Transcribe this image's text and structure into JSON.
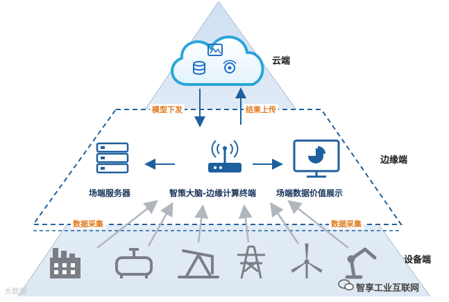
{
  "tiers": {
    "cloud": "云端",
    "edge": "边缘端",
    "device": "设备端"
  },
  "flows": {
    "down": "模型下发",
    "up": "结果上传",
    "collect_left": "数据采集",
    "collect_right": "数据采集"
  },
  "nodes": {
    "server": "场端服务器",
    "terminal": "智策大脑-边缘计算终端",
    "display": "场端数据价值展示"
  },
  "watermarks": {
    "left": "大数据",
    "right": "智享工业互联网"
  },
  "devices": [
    "factory-icon",
    "tank-icon",
    "pumpjack-icon",
    "power-tower-icon",
    "wind-turbine-icon",
    "robot-arm-icon"
  ],
  "colors": {
    "accent": "#1e6fc2",
    "label_orange": "#e07a1f",
    "triangle_fill": "#dce9f5"
  }
}
